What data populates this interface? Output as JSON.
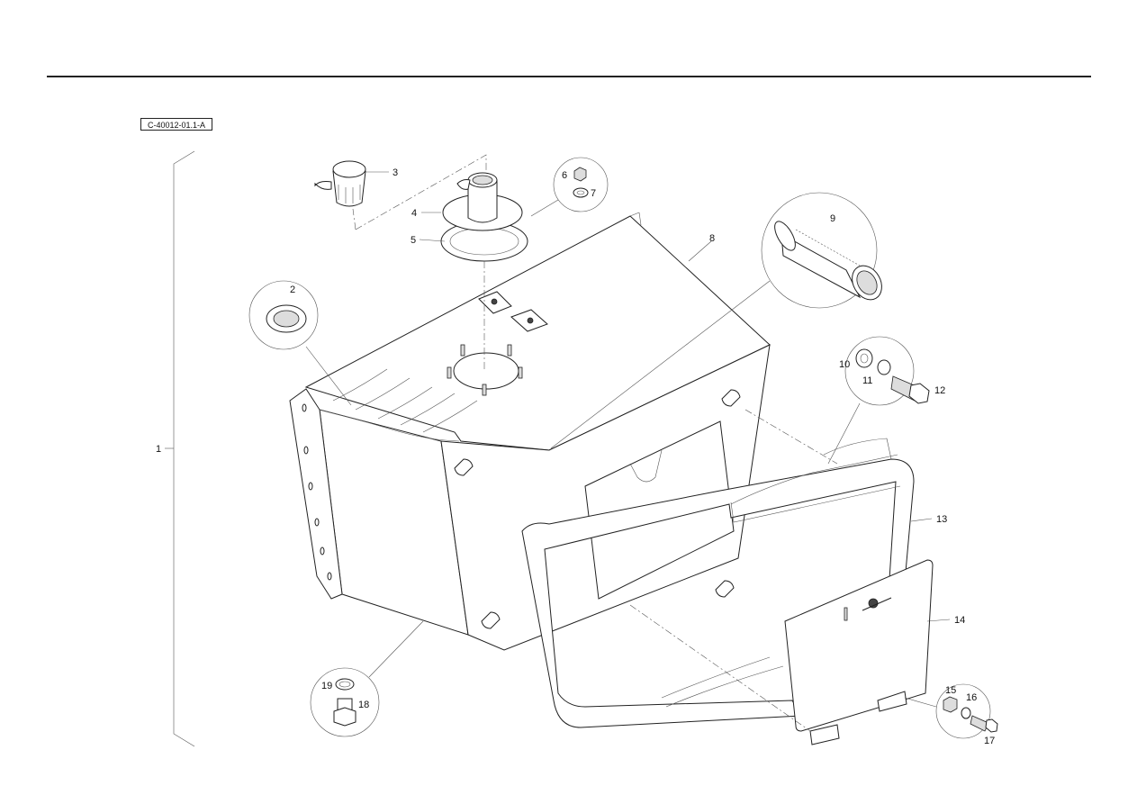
{
  "figure": {
    "reference": "C-40012-01.1-A",
    "callouts": [
      {
        "id": "c1",
        "label": "1"
      },
      {
        "id": "c2",
        "label": "2"
      },
      {
        "id": "c3",
        "label": "3"
      },
      {
        "id": "c4",
        "label": "4"
      },
      {
        "id": "c5",
        "label": "5"
      },
      {
        "id": "c6",
        "label": "6"
      },
      {
        "id": "c7",
        "label": "7"
      },
      {
        "id": "c8",
        "label": "8"
      },
      {
        "id": "c9",
        "label": "9"
      },
      {
        "id": "c10",
        "label": "10"
      },
      {
        "id": "c11",
        "label": "11"
      },
      {
        "id": "c12",
        "label": "12"
      },
      {
        "id": "c13",
        "label": "13"
      },
      {
        "id": "c14",
        "label": "14"
      },
      {
        "id": "c15",
        "label": "15"
      },
      {
        "id": "c16",
        "label": "16"
      },
      {
        "id": "c17",
        "label": "17"
      },
      {
        "id": "c18",
        "label": "18"
      },
      {
        "id": "c19",
        "label": "19"
      }
    ]
  }
}
